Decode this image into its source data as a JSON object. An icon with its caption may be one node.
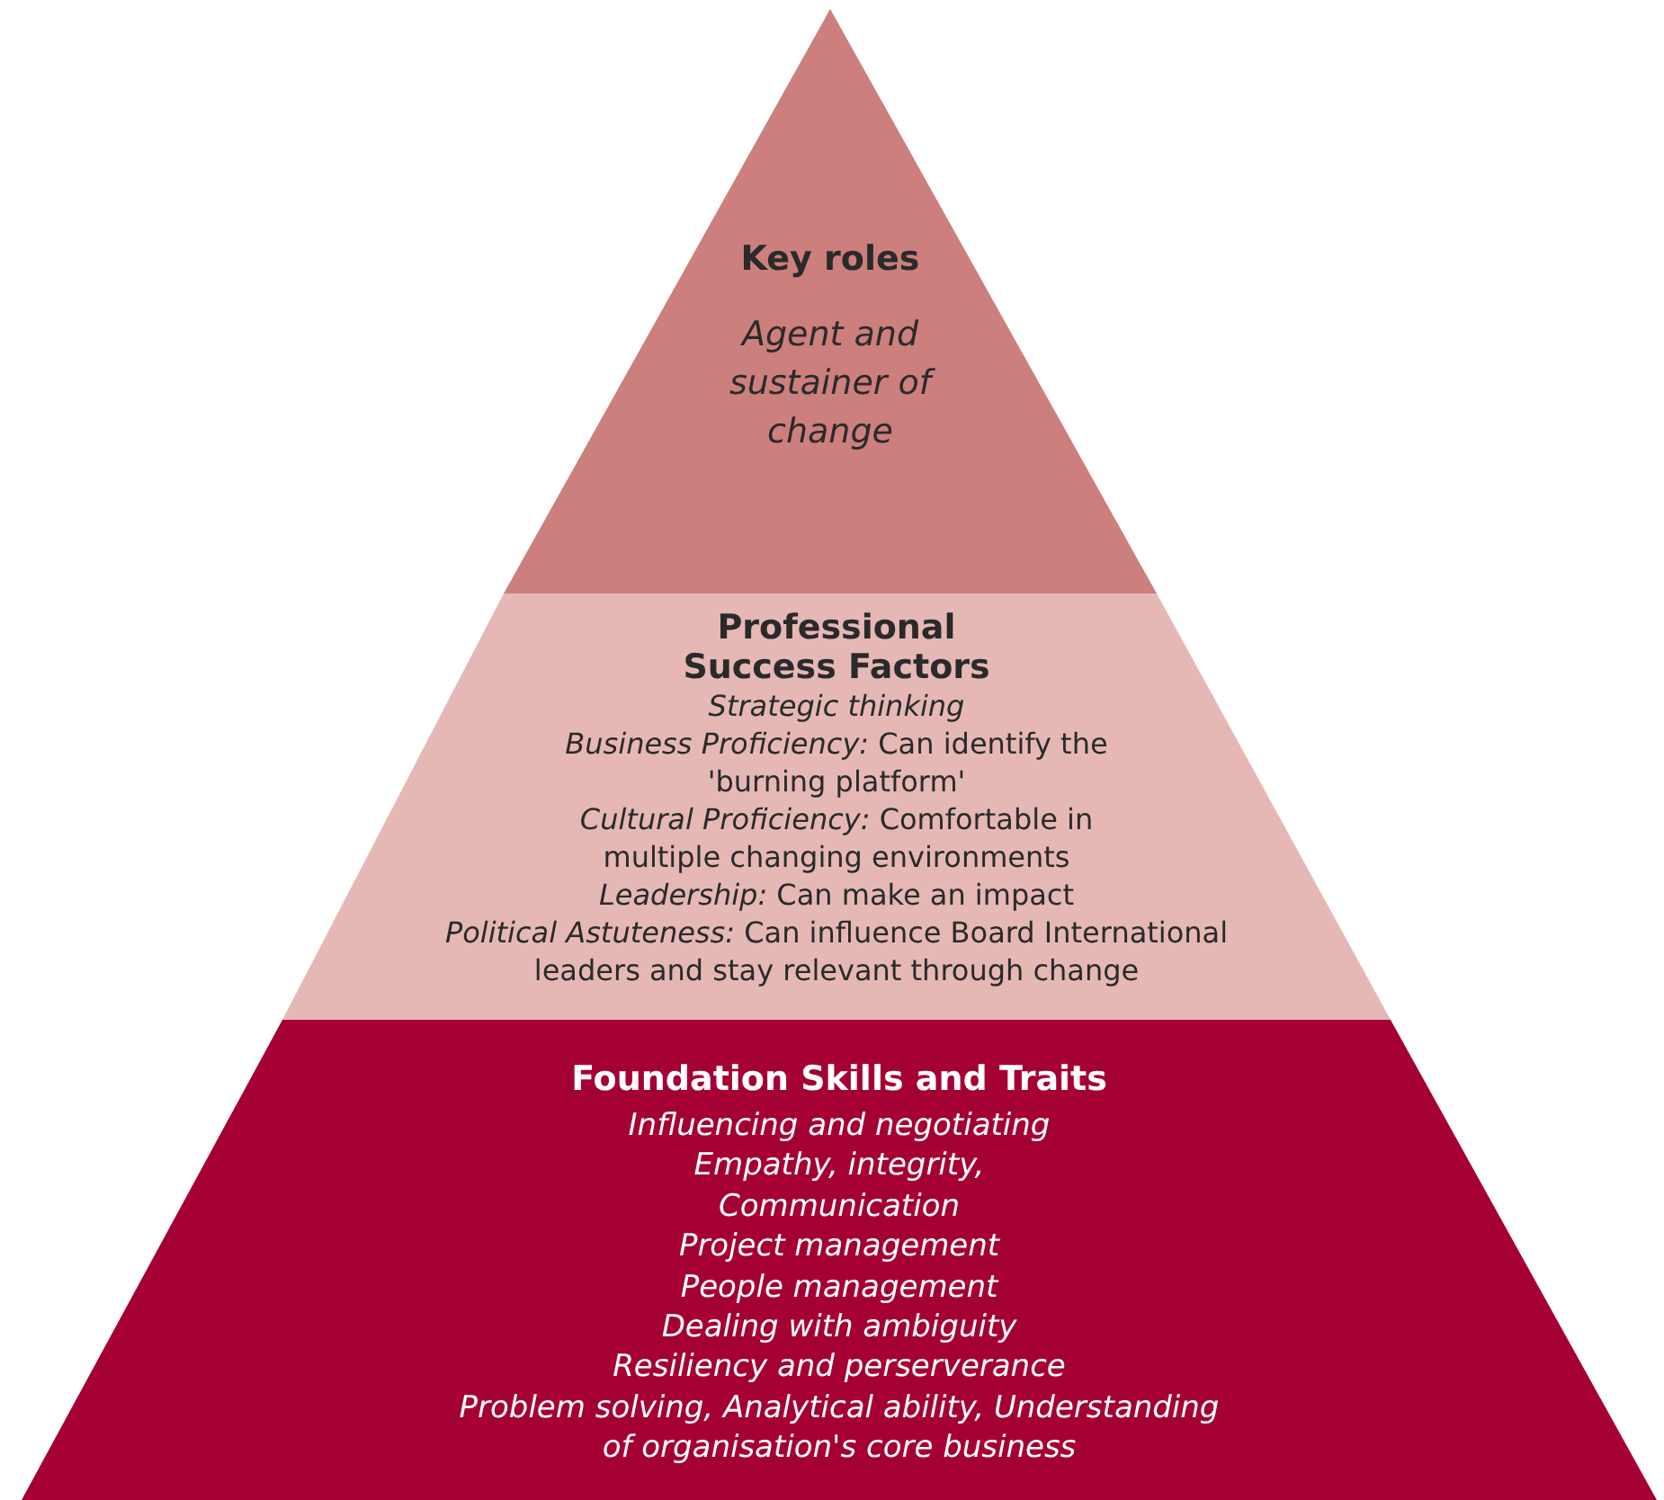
{
  "diagram": {
    "nodes": [
      {
        "text": [
          "Key roles",
          "Agent and sustainer of change"
        ]
      },
      {
        "text": [
          "Professional Success Factors",
          "Strategic thinking",
          "*Business Proficiency:* Can identify the 'burning platform'",
          "*Cultural Proficiency:* Comfortable in multiple changing environments",
          "*Leadership:* Can make an impact",
          "*Political Astuteness:* Can influence Board International leaders and stay relevant through change"
        ]
      },
      {
        "text": [
          "Foundation Skills and Traits",
          "Influencing and negotiating",
          "Empathy, integrity, Communication",
          "Project management",
          "People management",
          "Dealing with ambiguity",
          "Resiliency and perserverance",
          "Problem solving, Analytical ability, Understanding of organisation's core business"
        ]
      }
    ]
  }
}
